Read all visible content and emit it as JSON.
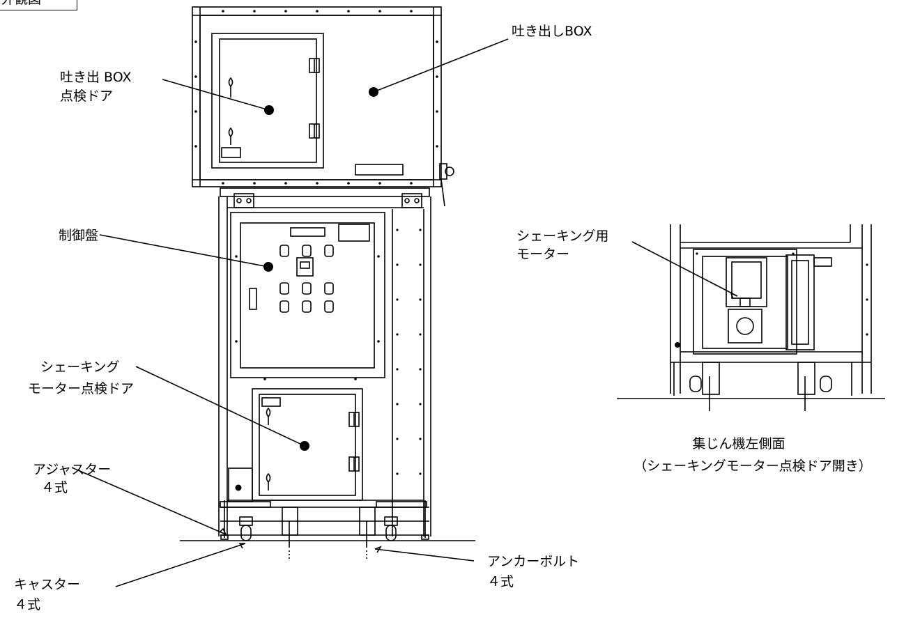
{
  "corner_label": "外観図",
  "labels": {
    "discharge_box": "吐き出しBOX",
    "discharge_door_l1": "吐き出 BOX",
    "discharge_door_l2": "点検ドア",
    "control_panel": "制御盤",
    "shaking_door_l1": "シェーキング",
    "shaking_door_l2": "モーター点検ドア",
    "adjuster_l1": "アジャスター",
    "adjuster_l2": "４式",
    "caster_l1": "キャスター",
    "caster_l2": "４式",
    "anchor_l1": "アンカーボルト",
    "anchor_l2": "４式",
    "motor_l1": "シェーキング用",
    "motor_l2": "モーター"
  },
  "side_view_caption": {
    "line1": "集じん機左側面",
    "line2": "（シェーキングモーター点検ドア開き）"
  }
}
